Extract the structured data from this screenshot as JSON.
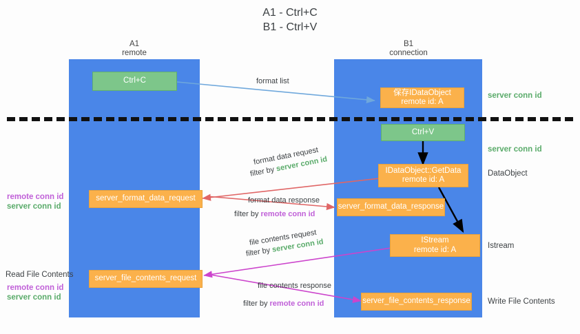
{
  "title": {
    "line1": "A1 - Ctrl+C",
    "line2": "B1 - Ctrl+V"
  },
  "colors": {
    "lane": "#4a86e8",
    "green_node": "#7dc68a",
    "orange_node": "#fbb14b",
    "green_text": "#5aab6a",
    "violet_text": "#c060d8",
    "red_arrow": "#e06666",
    "magenta_arrow": "#cc44cc",
    "blue_arrow": "#6fa8dc",
    "black_arrow": "#000000",
    "divider": "#111111"
  },
  "lanes": [
    {
      "id": "a1",
      "title_line1": "A1",
      "title_line2": "remote"
    },
    {
      "id": "b1",
      "title_line1": "B1",
      "title_line2": "connection"
    }
  ],
  "nodes": {
    "ctrl_c": {
      "line1": "Ctrl+C",
      "line2": ""
    },
    "idataobject": {
      "line1": "保存IDataObject",
      "line2": "remote id: A"
    },
    "ctrl_v": {
      "line1": "Ctrl+V",
      "line2": ""
    },
    "getdata": {
      "line1": "IDataObject::GetData",
      "line2": "remote id: A"
    },
    "istream": {
      "line1": "IStream",
      "line2": "remote id: A"
    },
    "fmt_req": {
      "line1": "server_format_data_request",
      "line2": ""
    },
    "fmt_resp": {
      "line1": "server_format_data_response",
      "line2": ""
    },
    "file_req": {
      "line1": "server_file_contents_request",
      "line2": ""
    },
    "file_resp": {
      "line1": "server_file_contents_response",
      "line2": ""
    }
  },
  "edge_labels": {
    "format_list": "format list",
    "format_data_request": "format data request",
    "format_data_request_filter_prefix": "filter by ",
    "format_data_request_filter_value": "server conn id",
    "format_data_response": "format data response",
    "format_data_response_filter_prefix": "filter by ",
    "format_data_response_filter_value": "remote conn id",
    "file_contents_request": "file contents request",
    "file_contents_request_filter_prefix": "filter by ",
    "file_contents_request_filter_value": "server conn id",
    "file_contents_response": "file contents response",
    "file_contents_response_filter_prefix": "filter by ",
    "file_contents_response_filter_value": "remote conn id"
  },
  "right_labels": {
    "server_conn_id_top": "server conn id",
    "server_conn_id_mid": "server conn id",
    "dataobject": "DataObject",
    "istream": "Istream",
    "write_file_contents": "Write File Contents"
  },
  "left_labels": {
    "remote_conn_id_1": "remote conn id",
    "server_conn_id_1": "server conn id",
    "read_file_contents": "Read File Contents",
    "remote_conn_id_2": "remote conn id",
    "server_conn_id_2": "server conn id"
  }
}
